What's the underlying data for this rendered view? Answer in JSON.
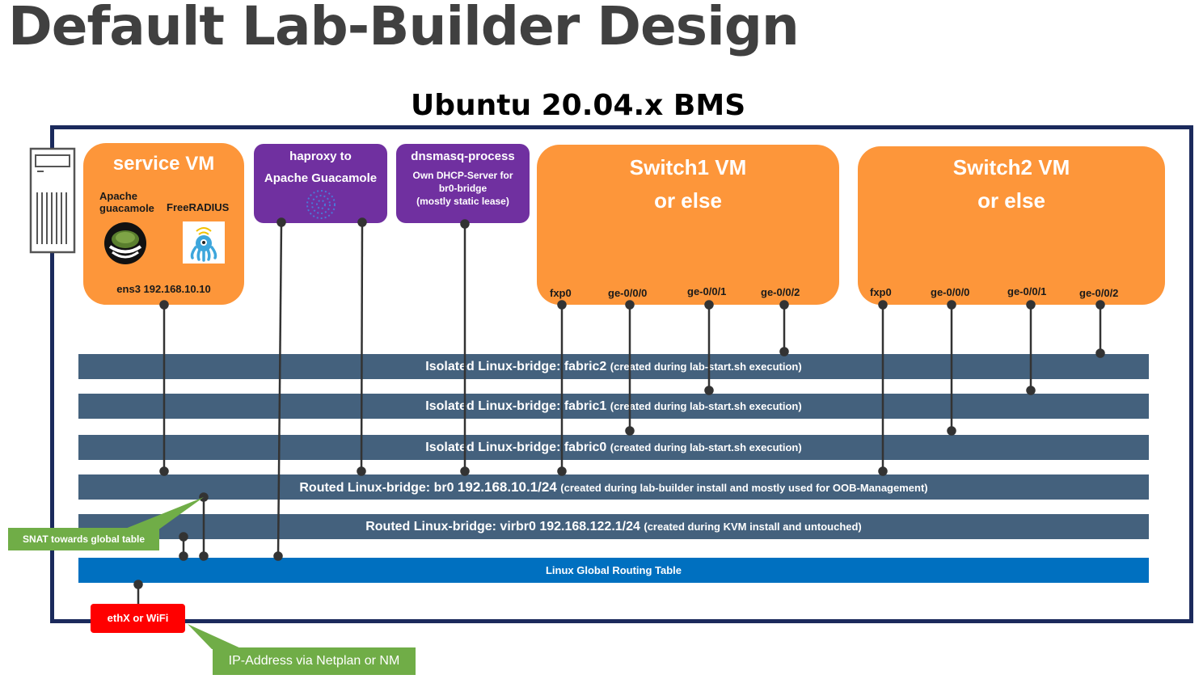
{
  "title": "Default Lab-Builder Design",
  "subtitle": "Ubuntu 20.04.x BMS",
  "service_vm": {
    "title": "service VM",
    "apps": [
      "Apache guacamole",
      "FreeRADIUS"
    ],
    "interface": "ens3 192.168.10.10"
  },
  "haproxy": {
    "line1": "haproxy to",
    "line2": "Apache Guacamole"
  },
  "dnsmasq": {
    "title": "dnsmasq-process",
    "description": [
      "Own DHCP-Server for",
      "br0-bridge",
      "(mostly static lease)"
    ]
  },
  "switch1": {
    "title": "Switch1 VM",
    "subtitle": "or else",
    "ports": [
      "fxp0",
      "ge-0/0/0",
      "ge-0/0/1",
      "ge-0/0/2"
    ]
  },
  "switch2": {
    "title": "Switch2 VM",
    "subtitle": "or else",
    "ports": [
      "fxp0",
      "ge-0/0/0",
      "ge-0/0/1",
      "ge-0/0/2"
    ]
  },
  "bridges": {
    "fabric2": {
      "main": "Isolated Linux-bridge: fabric2",
      "note": "(created during lab-start.sh execution)"
    },
    "fabric1": {
      "main": "Isolated Linux-bridge: fabric1",
      "note": "(created during lab-start.sh execution)"
    },
    "fabric0": {
      "main": "Isolated Linux-bridge: fabric0",
      "note": "(created during lab-start.sh execution)"
    },
    "br0": {
      "main": "Routed Linux-bridge: br0",
      "ip": "192.168.10.1/24",
      "note": "(created during lab-builder install and mostly used for OOB-Management)"
    },
    "virbr0": {
      "main": "Routed Linux-bridge: virbr0 192.168.122.1/24",
      "note": "(created during KVM install and untouched)"
    }
  },
  "routing_table": "Linux Global Routing Table",
  "snat_label": "SNAT towards global table",
  "ethx_label": "ethX or WiFi",
  "ip_address_label": "IP-Address via Netplan or NM",
  "colors": {
    "vm_orange": "#fd963a",
    "process_purple": "#7030a0",
    "bridge_slate": "#44617d",
    "routing_blue": "#0070c0",
    "frame_navy": "#1b2a5c",
    "callout_green": "#70ad47",
    "ethx_red": "#ff0000"
  }
}
